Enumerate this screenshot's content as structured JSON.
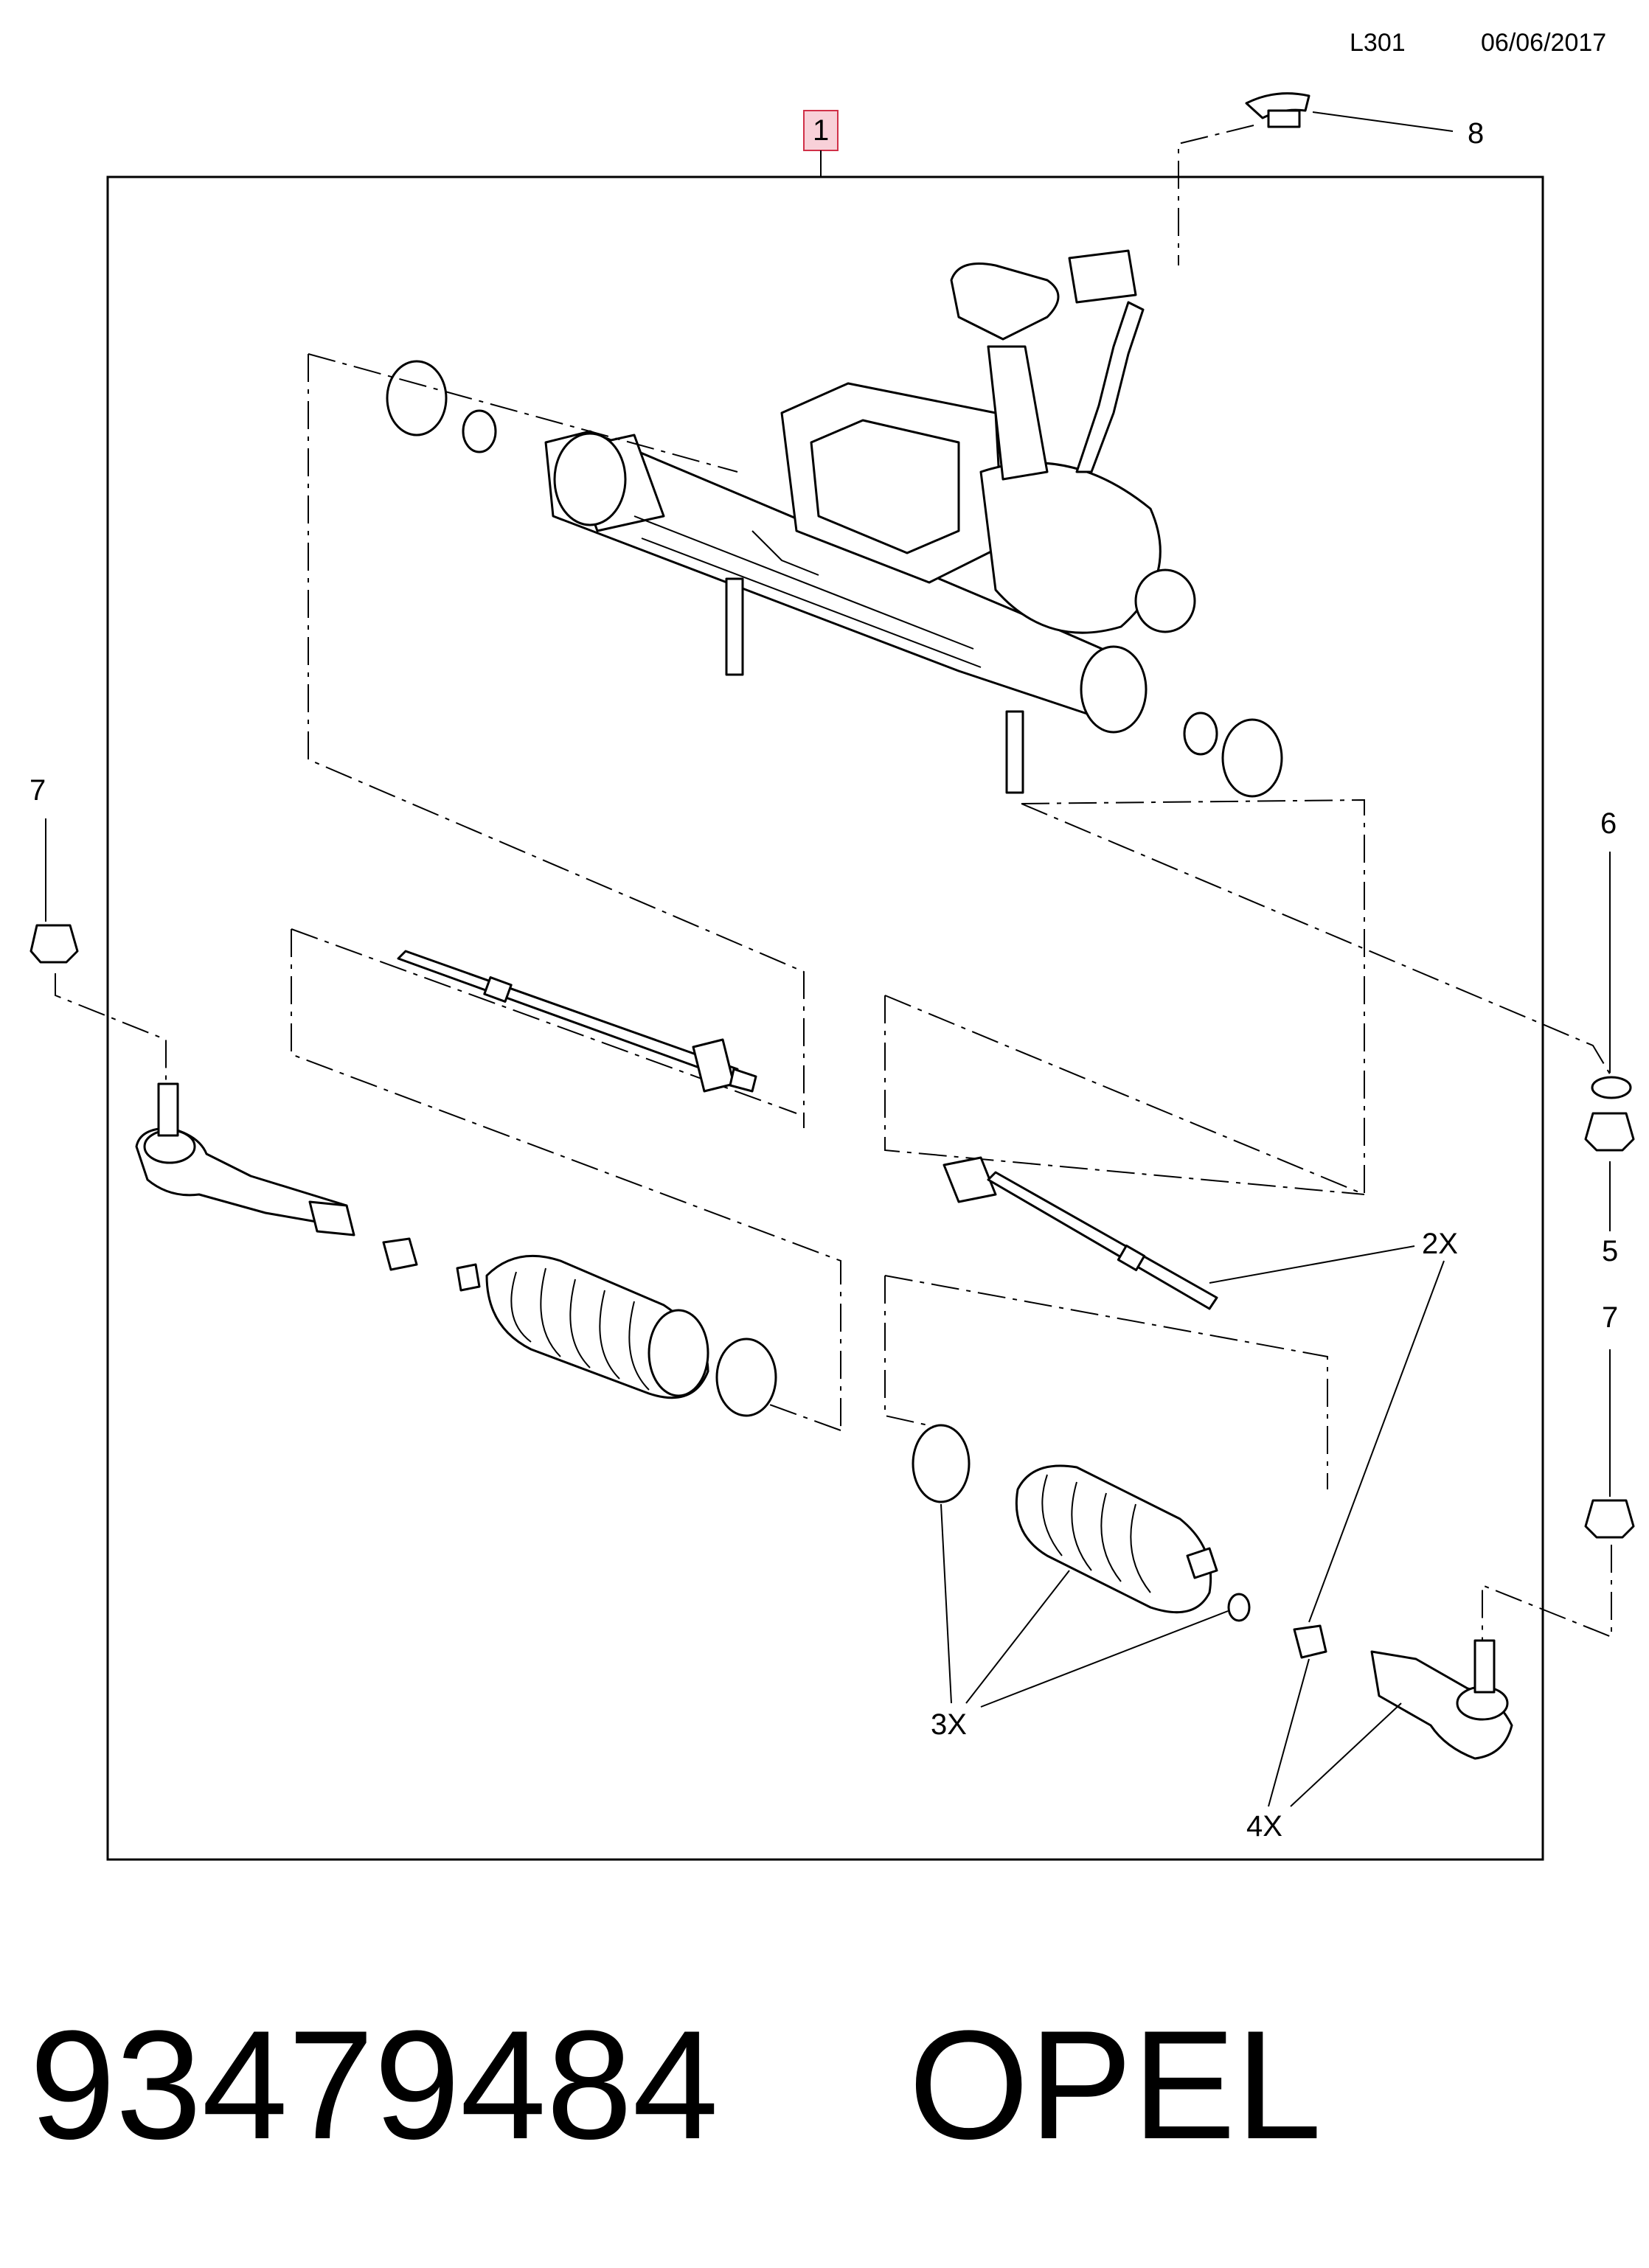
{
  "header": {
    "code": "L301",
    "date": "06/06/2017"
  },
  "colors": {
    "highlight_fill": "#f8d0d8",
    "highlight_stroke": "#d03048",
    "line": "#000000"
  },
  "callouts": {
    "c1": "1",
    "c2": "2X",
    "c3": "3X",
    "c4": "4X",
    "c5": "5",
    "c6": "6",
    "c7_left": "7",
    "c7_right": "7",
    "c8": "8"
  },
  "footer": {
    "part_number": "93479484",
    "brand": "OPEL"
  }
}
